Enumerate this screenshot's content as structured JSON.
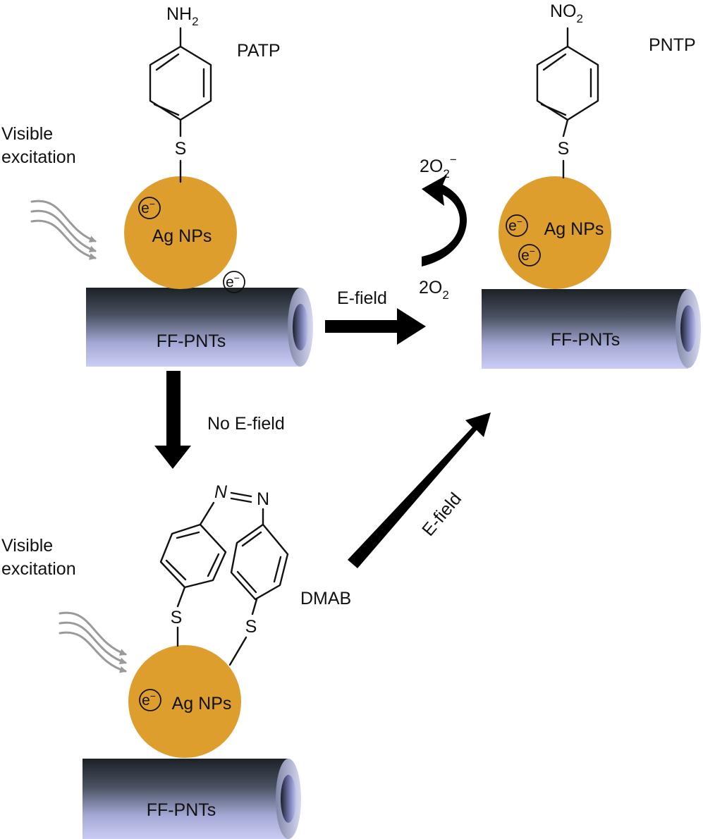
{
  "molecules": {
    "patp": {
      "name": "PATP",
      "group": "NH",
      "group_sub": "2",
      "linker": "S"
    },
    "pntp": {
      "name": "PNTP",
      "group": "NO",
      "group_sub": "2",
      "linker": "S"
    },
    "dmab": {
      "name": "DMAB",
      "n1": "N",
      "n2": "N",
      "linker": "S"
    }
  },
  "nanoparticle_label": "Ag NPs",
  "electron": {
    "base": "e",
    "sup": "−"
  },
  "tube_label": "FF-PNTs",
  "excitation_line1": "Visible",
  "excitation_line2": "excitation",
  "arrows": {
    "efield": "E-field",
    "no_efield": "No E-field"
  },
  "oxygen": {
    "product_coef": "2O",
    "product_sub": "2",
    "product_sup": "−",
    "reactant_coef": "2O",
    "reactant_sub": "2"
  },
  "colors": {
    "nanoparticle": "#dd9e2e",
    "tube_dark": "#1c2126",
    "tube_light": "#c6c9f2"
  }
}
